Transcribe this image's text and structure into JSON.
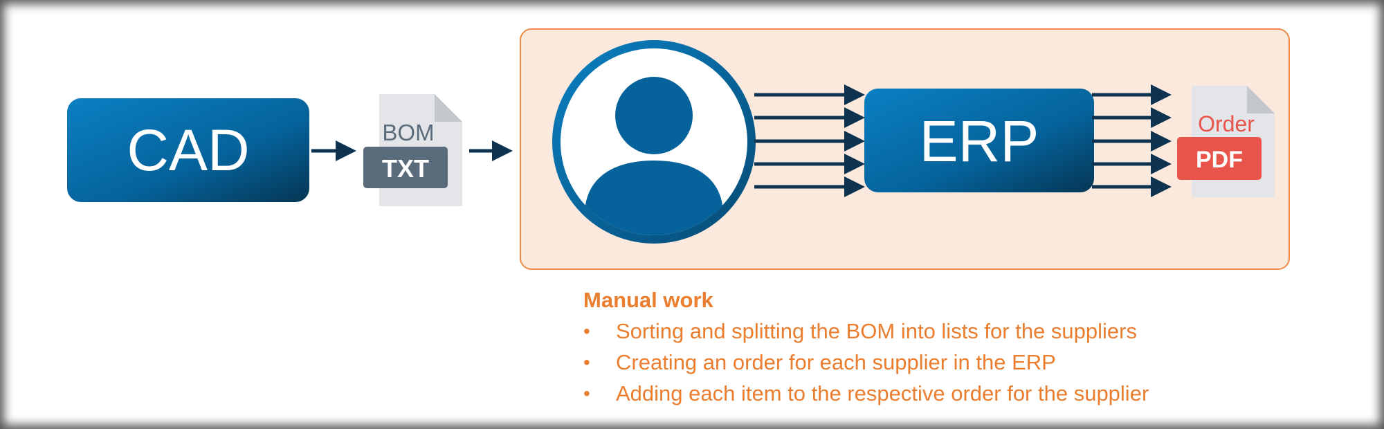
{
  "diagram": {
    "cad_label": "CAD",
    "erp_label": "ERP",
    "bom_file": {
      "top_label": "BOM",
      "badge_label": "TXT"
    },
    "order_file": {
      "top_label": "Order",
      "badge_label": "PDF"
    },
    "manual_actor_icon": "person-icon"
  },
  "notes": {
    "title": "Manual work",
    "bullet": "•",
    "items": [
      "Sorting and splitting the BOM into lists for the suppliers",
      "Creating an order for each supplier in the ERP",
      "Adding each item to the respective order for the supplier"
    ]
  },
  "colors": {
    "box_blue_light": "#0a7fc1",
    "box_blue_dark": "#063a5a",
    "arrow_navy": "#0d3350",
    "highlight_fill": "#fbe9de",
    "highlight_border": "#ee8a45",
    "file_gray": "#e3e5e8",
    "txt_badge": "#5a6b7b",
    "pdf_badge": "#e8534a",
    "order_text": "#e8534a",
    "notes_orange": "#ea7d2e"
  }
}
